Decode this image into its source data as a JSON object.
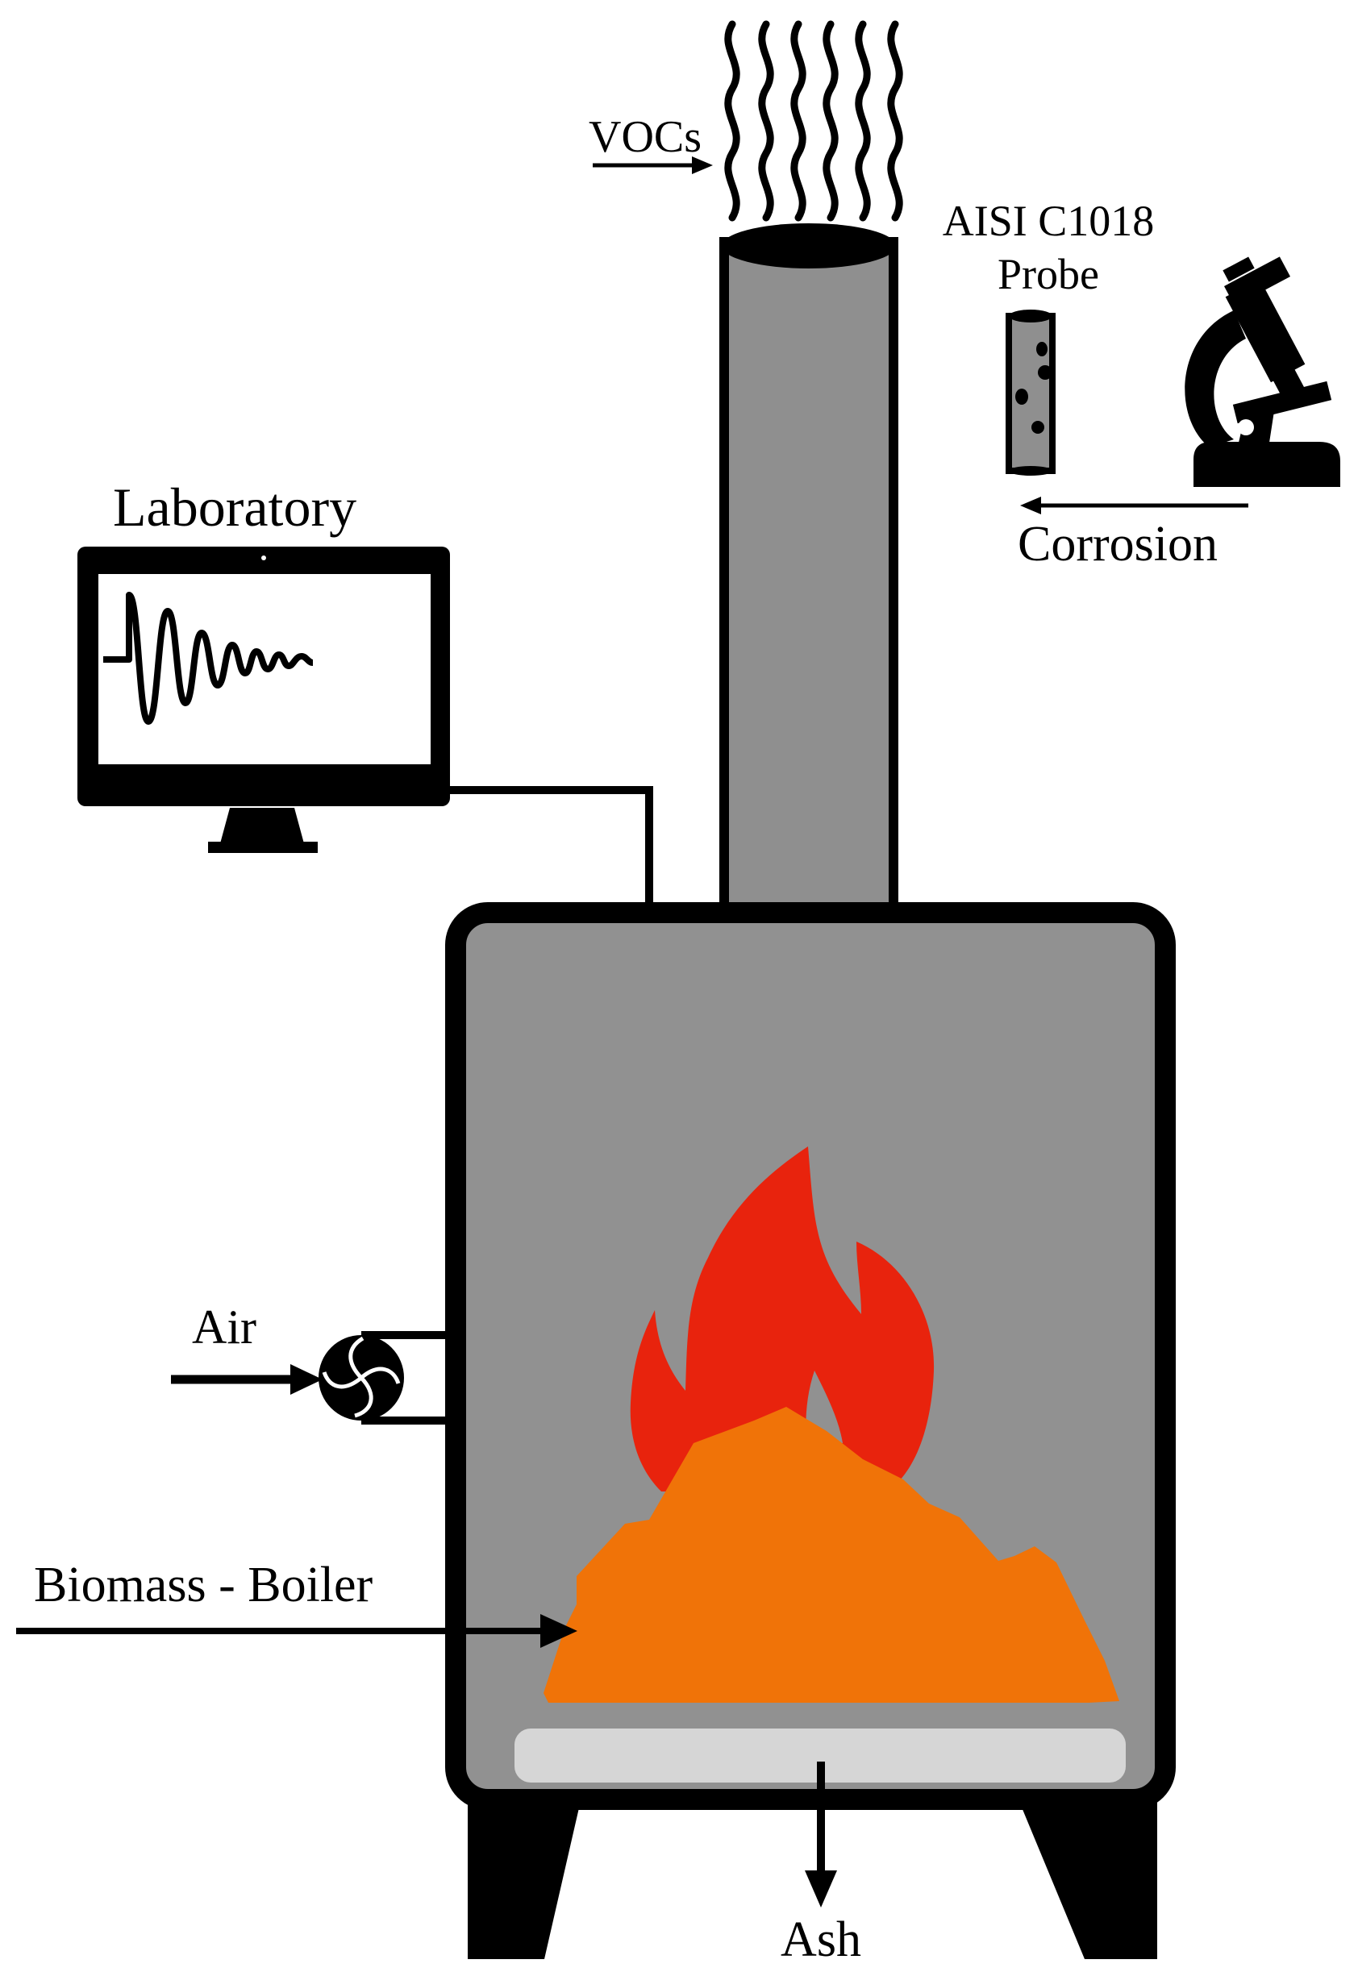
{
  "labels": {
    "vocs": "VOCs",
    "probe_line1": "AISI C1018",
    "probe_line2": "Probe",
    "corrosion": "Corrosion",
    "laboratory": "Laboratory",
    "air": "Air",
    "biomass_boiler": "Biomass - Boiler",
    "ash": "Ash"
  },
  "colors": {
    "outline": "#000000",
    "boiler_body": "#919191",
    "chimney": "#8f8f8f",
    "flame": "#e8230d",
    "biomass": "#f07308",
    "ash_tray": "#d6d6d6",
    "background": "#ffffff"
  },
  "icons": [
    "monitor-icon",
    "microscope-icon",
    "probe-icon",
    "fan-icon",
    "flame-icon"
  ]
}
